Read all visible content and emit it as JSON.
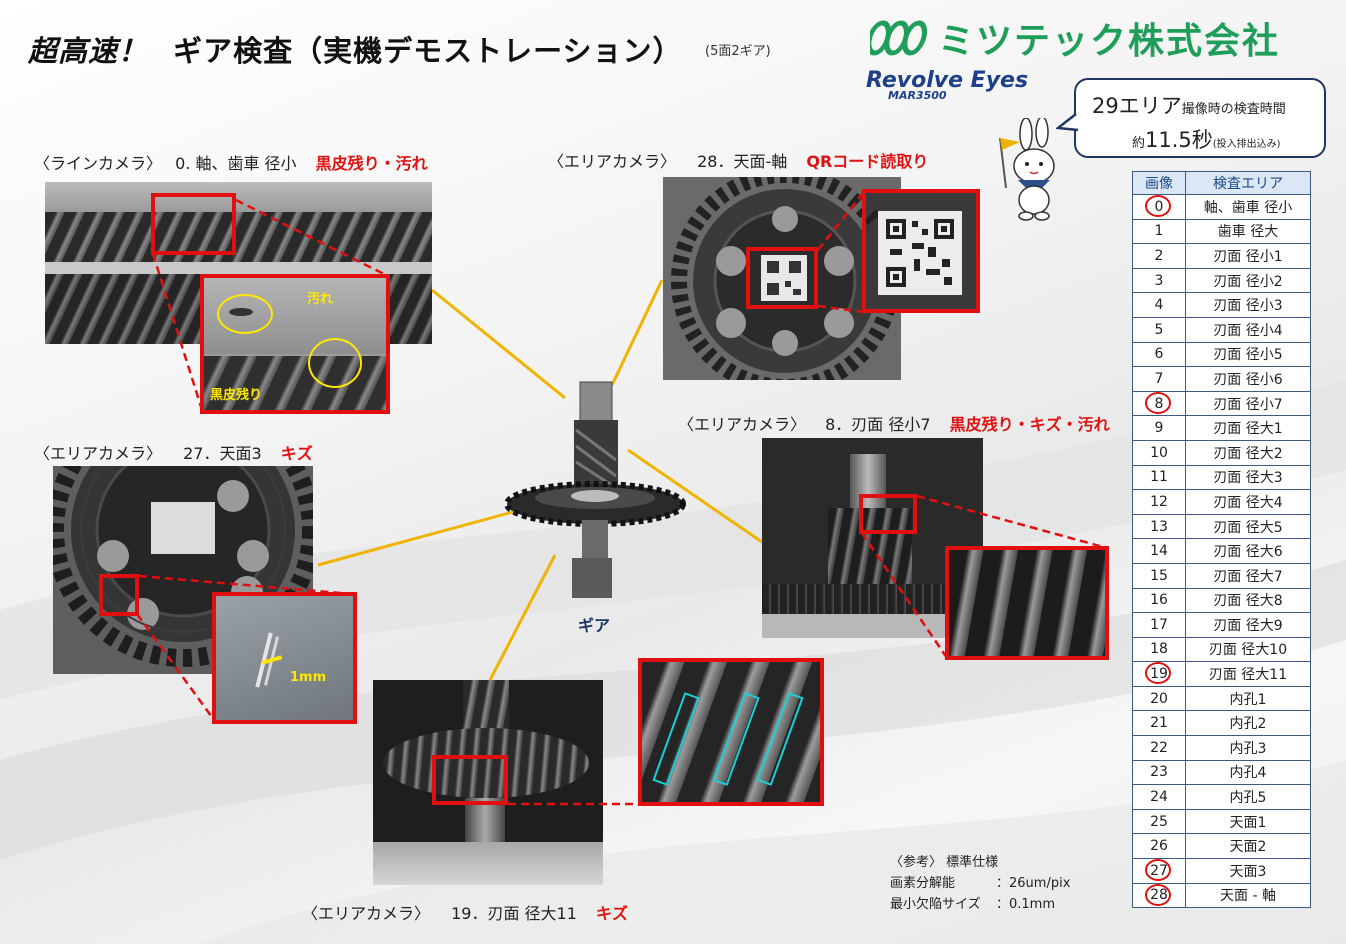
{
  "header": {
    "title_fast": "超高速！",
    "title_main": "ギア検査（実機デモストレーション）",
    "title_sub": "(5面2ギア)"
  },
  "brand": {
    "company": "ミツテック株式会社",
    "product_name": "Revolve Eyes",
    "product_model": "MAR3500",
    "accent_color": "#1f9e5a",
    "product_color": "#1e3f8a"
  },
  "callout": {
    "areas": "29エリア",
    "areas_suffix": "撮像時の検査時間",
    "approx": "約",
    "time": "11.5秒",
    "time_note": "(投入排出込み)"
  },
  "panels": {
    "p0": {
      "camera": "〈ラインカメラ〉",
      "image": "0. 軸、歯車 径小",
      "defect": "黒皮残り・汚れ",
      "label_dirt": "汚れ",
      "label_scale": "黒皮残り"
    },
    "p28": {
      "camera": "〈エリアカメラ〉",
      "image": "28．天面-軸",
      "defect": "QRコード読取り"
    },
    "p27": {
      "camera": "〈エリアカメラ〉",
      "image": "27．天面3",
      "defect": "キズ",
      "label_size": "1mm"
    },
    "p8": {
      "camera": "〈エリアカメラ〉",
      "image": "8．刃面 径小7",
      "defect": "黒皮残り・キズ・汚れ"
    },
    "p19": {
      "camera": "〈エリアカメラ〉",
      "image": "19．刃面 径大11",
      "defect": "キズ"
    }
  },
  "center": {
    "label": "ギア"
  },
  "reference": {
    "heading": "〈参考〉 標準仕様",
    "row1_label": "画素分解能",
    "row1_value": "：26um/pix",
    "row2_label": "最小欠陥サイズ",
    "row2_value": "：0.1mm"
  },
  "table": {
    "col_image": "画像",
    "col_area": "検査エリア",
    "rows": [
      {
        "n": "0",
        "area": "軸、歯車 径小",
        "circled": true
      },
      {
        "n": "1",
        "area": "歯車 径大",
        "circled": false
      },
      {
        "n": "2",
        "area": "刃面 径小1",
        "circled": false
      },
      {
        "n": "3",
        "area": "刃面 径小2",
        "circled": false
      },
      {
        "n": "4",
        "area": "刃面 径小3",
        "circled": false
      },
      {
        "n": "5",
        "area": "刃面 径小4",
        "circled": false
      },
      {
        "n": "6",
        "area": "刃面 径小5",
        "circled": false
      },
      {
        "n": "7",
        "area": "刃面 径小6",
        "circled": false
      },
      {
        "n": "8",
        "area": "刃面 径小7",
        "circled": true
      },
      {
        "n": "9",
        "area": "刃面 径大1",
        "circled": false
      },
      {
        "n": "10",
        "area": "刃面 径大2",
        "circled": false
      },
      {
        "n": "11",
        "area": "刃面 径大3",
        "circled": false
      },
      {
        "n": "12",
        "area": "刃面 径大4",
        "circled": false
      },
      {
        "n": "13",
        "area": "刃面 径大5",
        "circled": false
      },
      {
        "n": "14",
        "area": "刃面 径大6",
        "circled": false
      },
      {
        "n": "15",
        "area": "刃面 径大7",
        "circled": false
      },
      {
        "n": "16",
        "area": "刃面 径大8",
        "circled": false
      },
      {
        "n": "17",
        "area": "刃面 径大9",
        "circled": false
      },
      {
        "n": "18",
        "area": "刃面 径大10",
        "circled": false
      },
      {
        "n": "19",
        "area": "刃面 径大11",
        "circled": true
      },
      {
        "n": "20",
        "area": "内孔1",
        "circled": false
      },
      {
        "n": "21",
        "area": "内孔2",
        "circled": false
      },
      {
        "n": "22",
        "area": "内孔3",
        "circled": false
      },
      {
        "n": "23",
        "area": "内孔4",
        "circled": false
      },
      {
        "n": "24",
        "area": "内孔5",
        "circled": false
      },
      {
        "n": "25",
        "area": "天面1",
        "circled": false
      },
      {
        "n": "26",
        "area": "天面2",
        "circled": false
      },
      {
        "n": "27",
        "area": "天面3",
        "circled": true
      },
      {
        "n": "28",
        "area": "天面 - 軸",
        "circled": true
      }
    ]
  },
  "colors": {
    "defect_red": "#e01212",
    "highlight_yellow": "#ffe800",
    "table_border": "#3c5a82",
    "connector": "#f0b400"
  }
}
